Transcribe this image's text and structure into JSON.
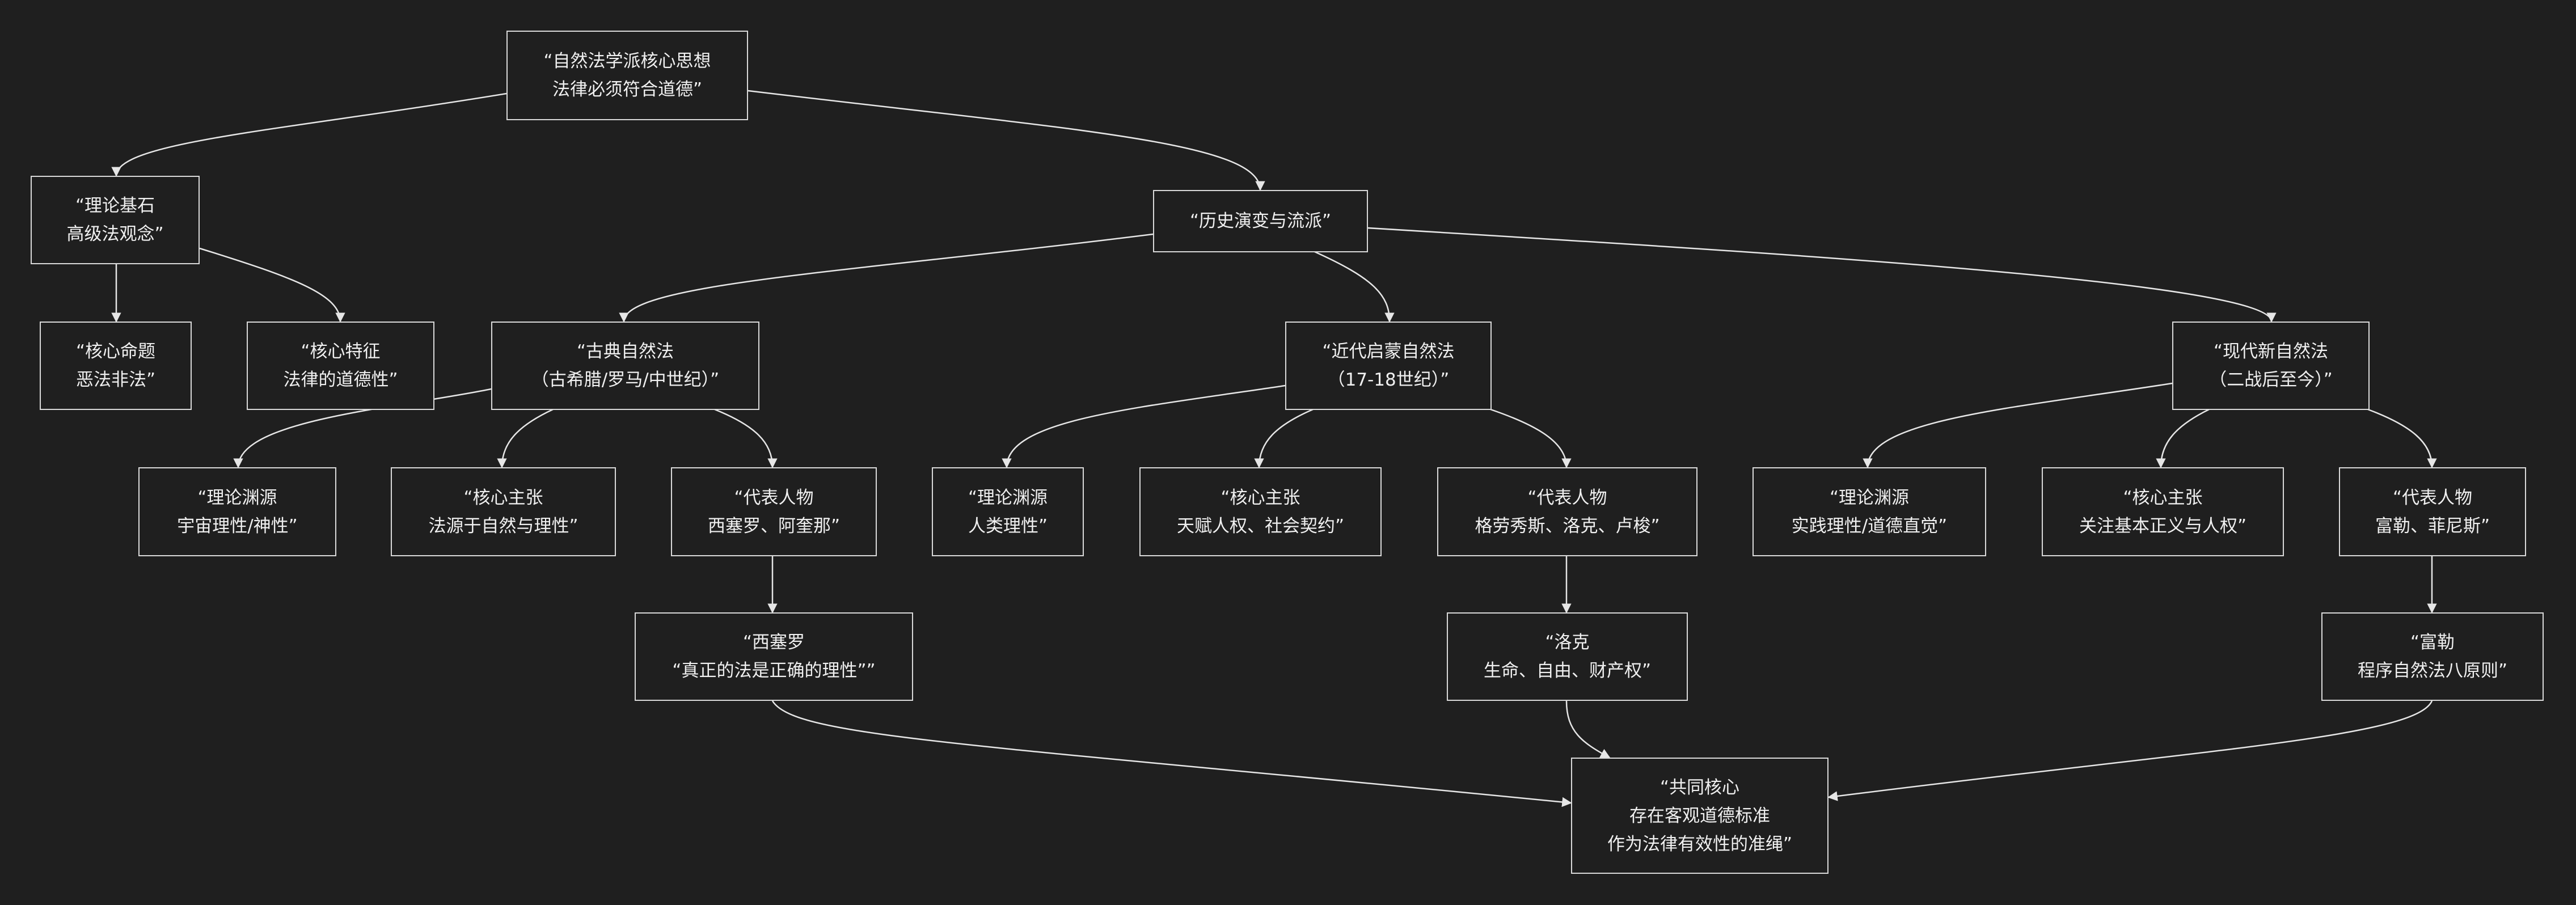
{
  "diagram": {
    "colors": {
      "background": "#1f1f1f",
      "node_border": "#d9d9d9",
      "text": "#f0f0f0",
      "edge": "#e6e6e6"
    },
    "nodes": {
      "root": "“自然法学派核心思想\n法律必须符合道德”",
      "foundation": "“理论基石\n高级法观念”",
      "history": "“历史演变与流派”",
      "proposition": "“核心命题\n恶法非法”",
      "feature": "“核心特征\n法律的道德性”",
      "classical": "“古典自然法\n（古希腊/罗马/中世纪）”",
      "enlightenment": "“近代启蒙自然法\n（17-18世纪）”",
      "modern": "“现代新自然法\n（二战后至今）”",
      "classical_source": "“理论渊源\n宇宙理性/神性”",
      "classical_claim": "“核心主张\n法源于自然与理性”",
      "classical_figures": "“代表人物\n西塞罗、阿奎那”",
      "enlight_source": "“理论渊源\n人类理性”",
      "enlight_claim": "“核心主张\n天赋人权、社会契约”",
      "enlight_figures": "“代表人物\n格劳秀斯、洛克、卢梭”",
      "modern_source": "“理论渊源\n实践理性/道德直觉”",
      "modern_claim": "“核心主张\n关注基本正义与人权”",
      "modern_figures": "“代表人物\n富勒、菲尼斯”",
      "cicero": "“西塞罗\n“真正的法是正确的理性””",
      "locke": "“洛克\n生命、自由、财产权”",
      "fuller": "“富勒\n程序自然法八原则”",
      "common": "“共同核心\n存在客观道德标准\n作为法律有效性的准绳”"
    }
  }
}
